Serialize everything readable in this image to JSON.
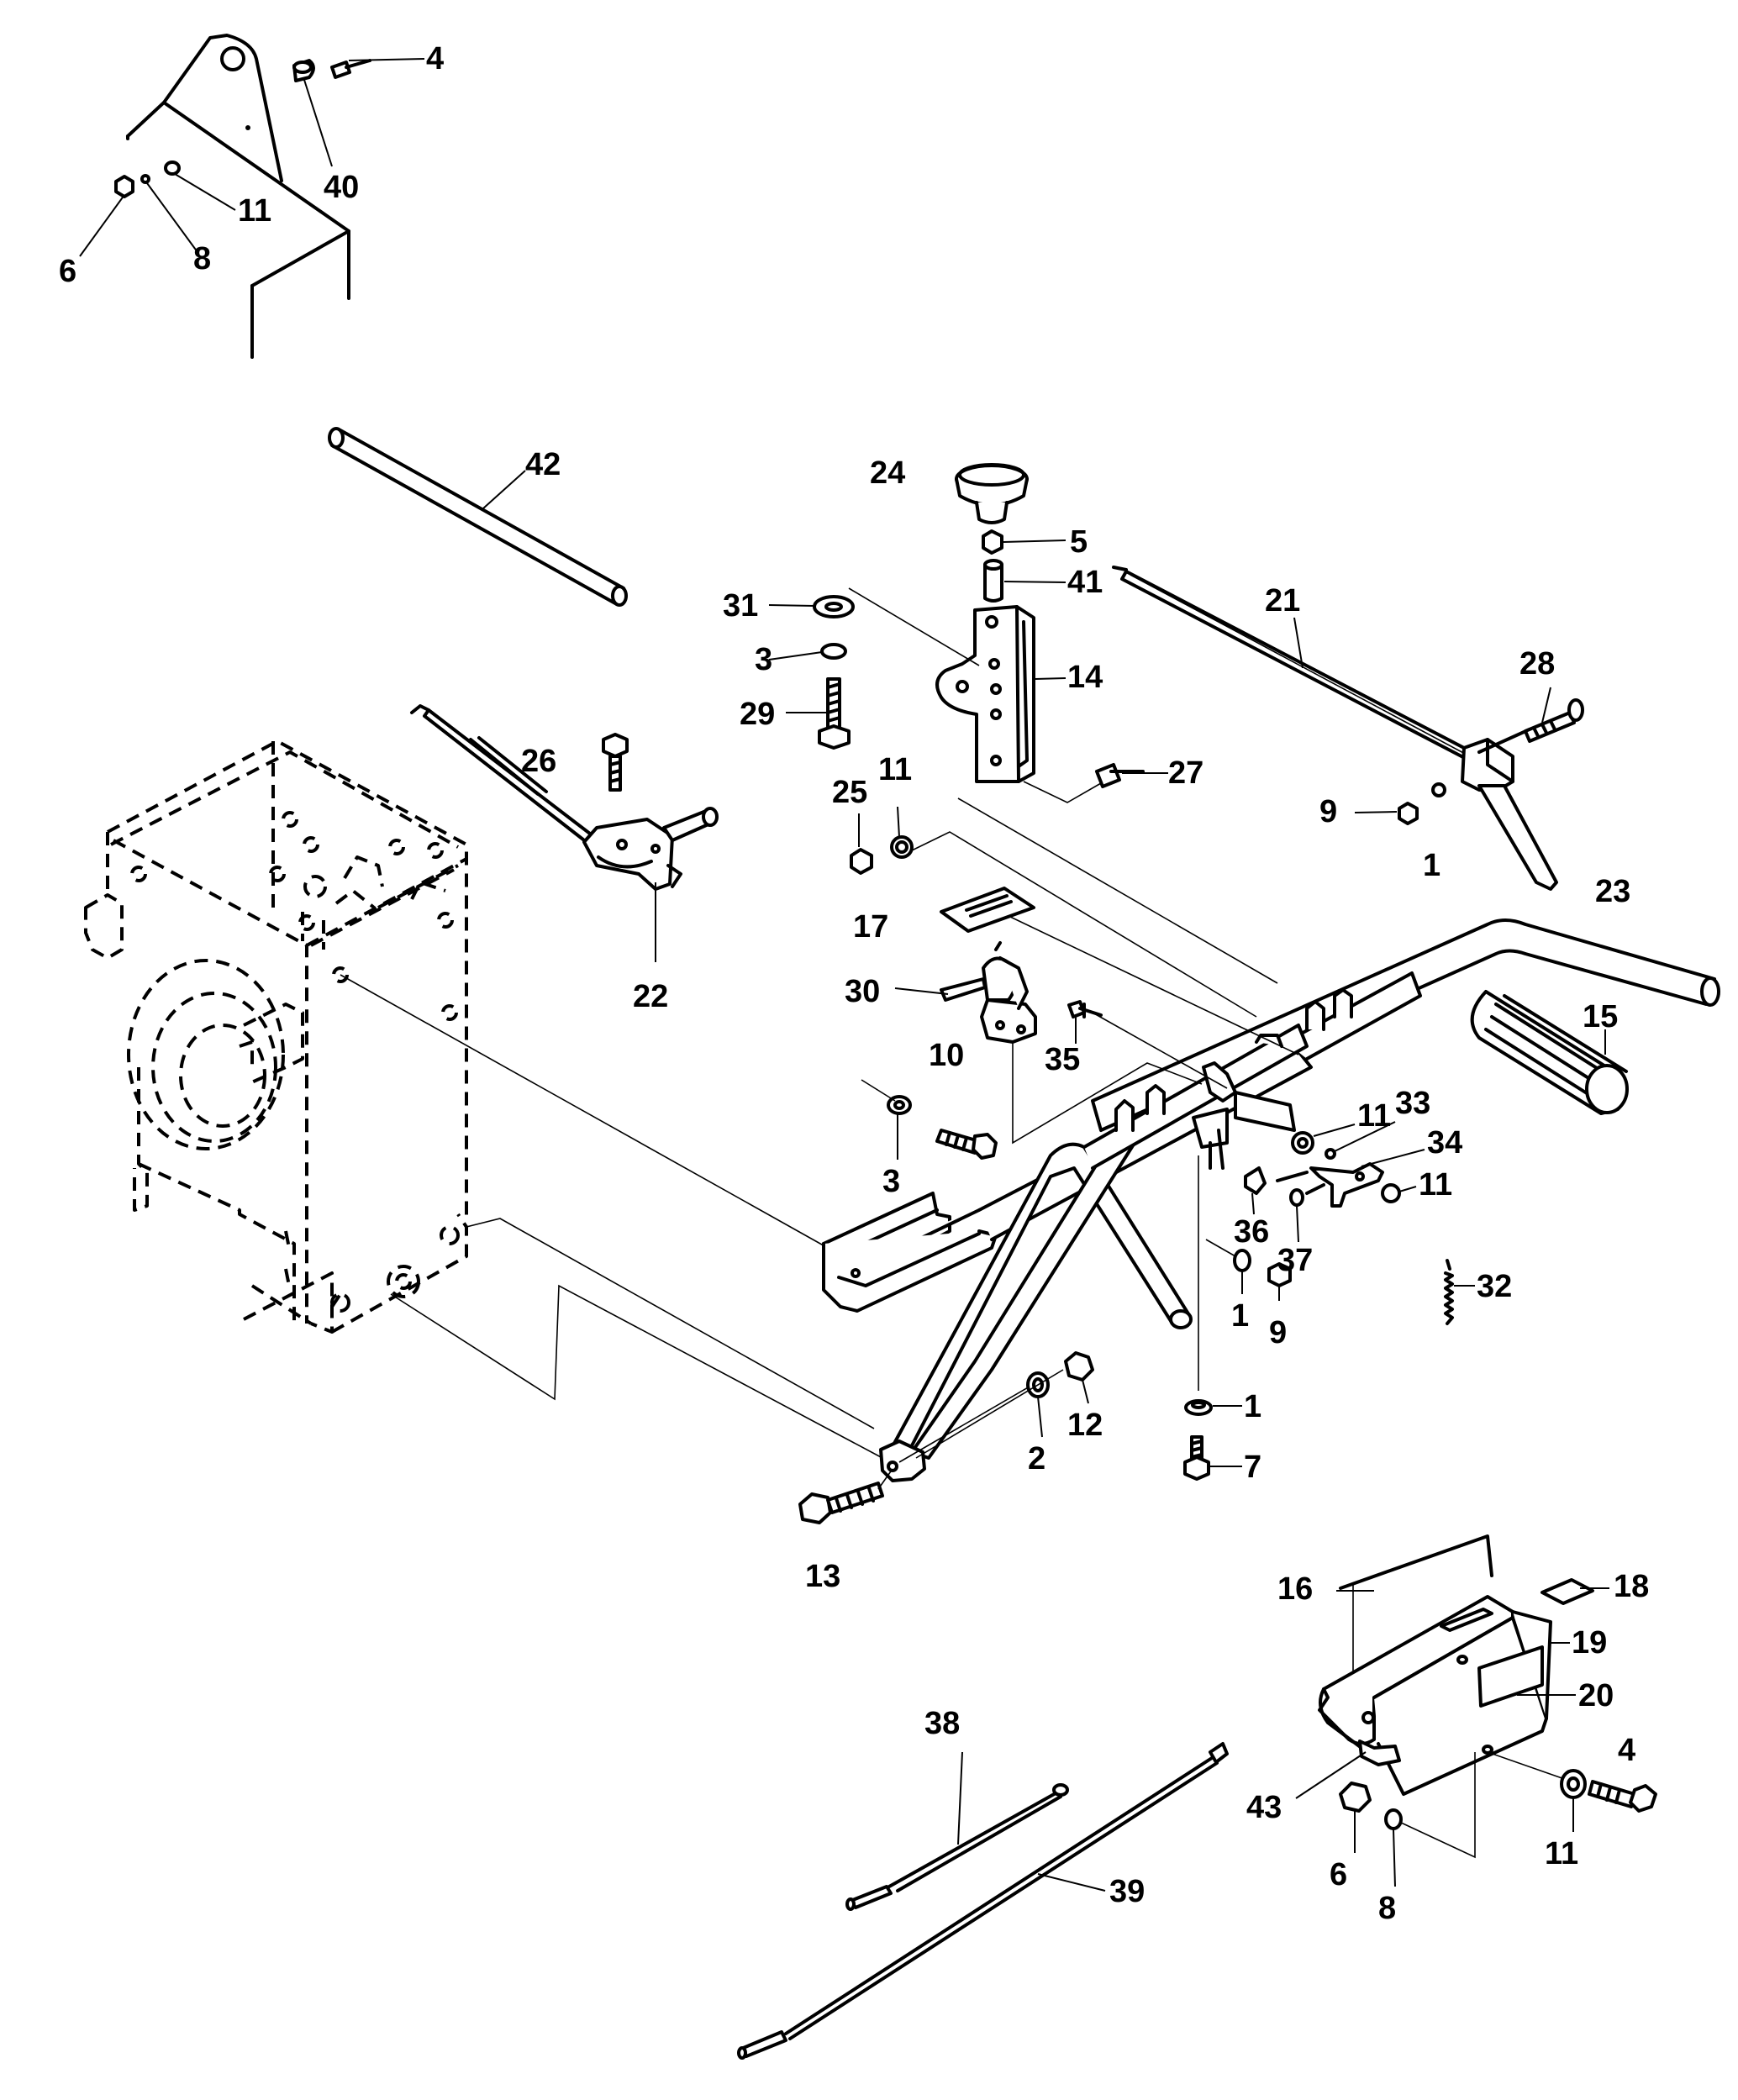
{
  "callouts": [
    {
      "id": "c4a",
      "text": "4"
    },
    {
      "id": "c40",
      "text": "40"
    },
    {
      "id": "c11a",
      "text": "11"
    },
    {
      "id": "c6a",
      "text": "6"
    },
    {
      "id": "c8a",
      "text": "8"
    },
    {
      "id": "c42",
      "text": "42"
    },
    {
      "id": "c24",
      "text": "24"
    },
    {
      "id": "c5",
      "text": "5"
    },
    {
      "id": "c41",
      "text": "41"
    },
    {
      "id": "c31",
      "text": "31"
    },
    {
      "id": "c3a",
      "text": "3"
    },
    {
      "id": "c14",
      "text": "14"
    },
    {
      "id": "c29",
      "text": "29"
    },
    {
      "id": "c21",
      "text": "21"
    },
    {
      "id": "c28",
      "text": "28"
    },
    {
      "id": "c26",
      "text": "26"
    },
    {
      "id": "c27",
      "text": "27"
    },
    {
      "id": "c25",
      "text": "25"
    },
    {
      "id": "c11b",
      "text": "11"
    },
    {
      "id": "c9a",
      "text": "9"
    },
    {
      "id": "c1a",
      "text": "1"
    },
    {
      "id": "c23",
      "text": "23"
    },
    {
      "id": "c22",
      "text": "22"
    },
    {
      "id": "c17",
      "text": "17"
    },
    {
      "id": "c30",
      "text": "30"
    },
    {
      "id": "c10",
      "text": "10"
    },
    {
      "id": "c35",
      "text": "35"
    },
    {
      "id": "c15",
      "text": "15"
    },
    {
      "id": "c11c",
      "text": "11"
    },
    {
      "id": "c33",
      "text": "33"
    },
    {
      "id": "c34",
      "text": "34"
    },
    {
      "id": "c11d",
      "text": "11"
    },
    {
      "id": "c3b",
      "text": "3"
    },
    {
      "id": "c36",
      "text": "36"
    },
    {
      "id": "c37",
      "text": "37"
    },
    {
      "id": "c32",
      "text": "32"
    },
    {
      "id": "c1b",
      "text": "1"
    },
    {
      "id": "c9b",
      "text": "9"
    },
    {
      "id": "c1c",
      "text": "1"
    },
    {
      "id": "c2",
      "text": "2"
    },
    {
      "id": "c12",
      "text": "12"
    },
    {
      "id": "c7",
      "text": "7"
    },
    {
      "id": "c13",
      "text": "13"
    },
    {
      "id": "c16",
      "text": "16"
    },
    {
      "id": "c18",
      "text": "18"
    },
    {
      "id": "c19",
      "text": "19"
    },
    {
      "id": "c20",
      "text": "20"
    },
    {
      "id": "c38",
      "text": "38"
    },
    {
      "id": "c4b",
      "text": "4"
    },
    {
      "id": "c43",
      "text": "43"
    },
    {
      "id": "c39",
      "text": "39"
    },
    {
      "id": "c11e",
      "text": "11"
    },
    {
      "id": "c6b",
      "text": "6"
    },
    {
      "id": "c8b",
      "text": "8"
    }
  ]
}
